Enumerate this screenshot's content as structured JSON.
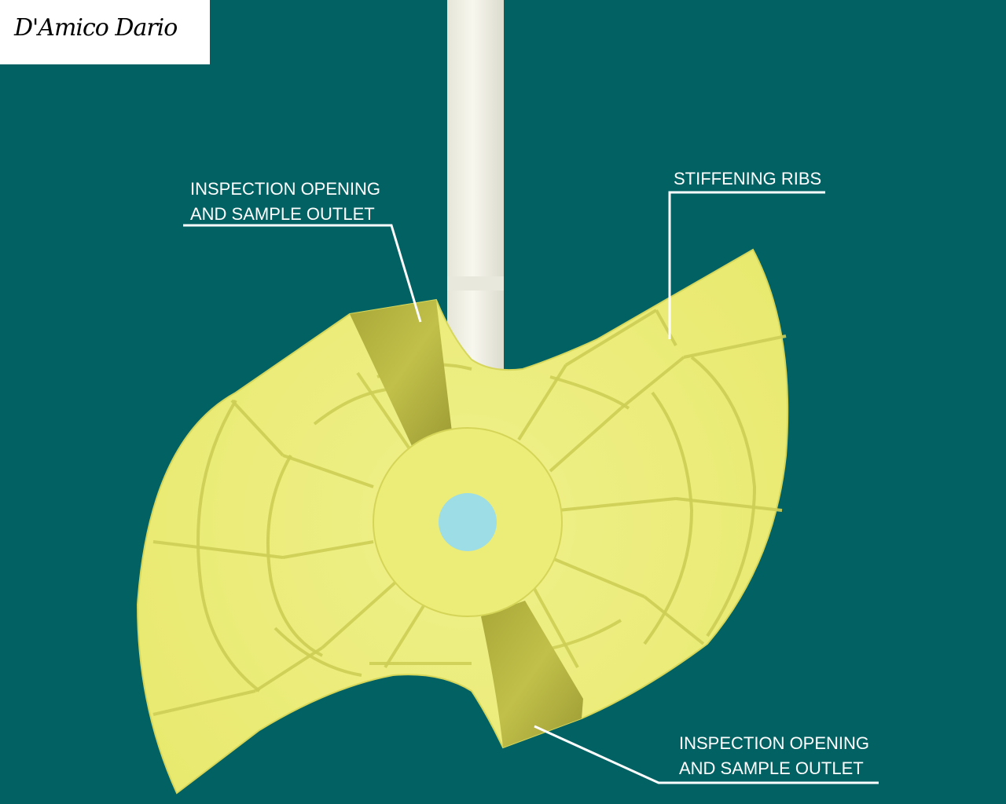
{
  "logo": {
    "text": "D'Amico Dario"
  },
  "callouts": {
    "top_left": {
      "line1": "INSPECTION OPENING",
      "line2": "AND SAMPLE OUTLET"
    },
    "top_right": {
      "line1": "STIFFENING RIBS"
    },
    "bottom_right": {
      "line1": "INSPECTION OPENING",
      "line2": "AND SAMPLE OUTLET"
    }
  },
  "colors": {
    "background": "#026263",
    "disc_fill": "#edee7d",
    "disc_edge": "#d9da5e",
    "rib_line": "#c9ca52",
    "opening_fill": "#b5b43d",
    "shaft": "#f1f0e6",
    "hub_hole": "#9ddde6",
    "leader_line": "#ffffff"
  }
}
